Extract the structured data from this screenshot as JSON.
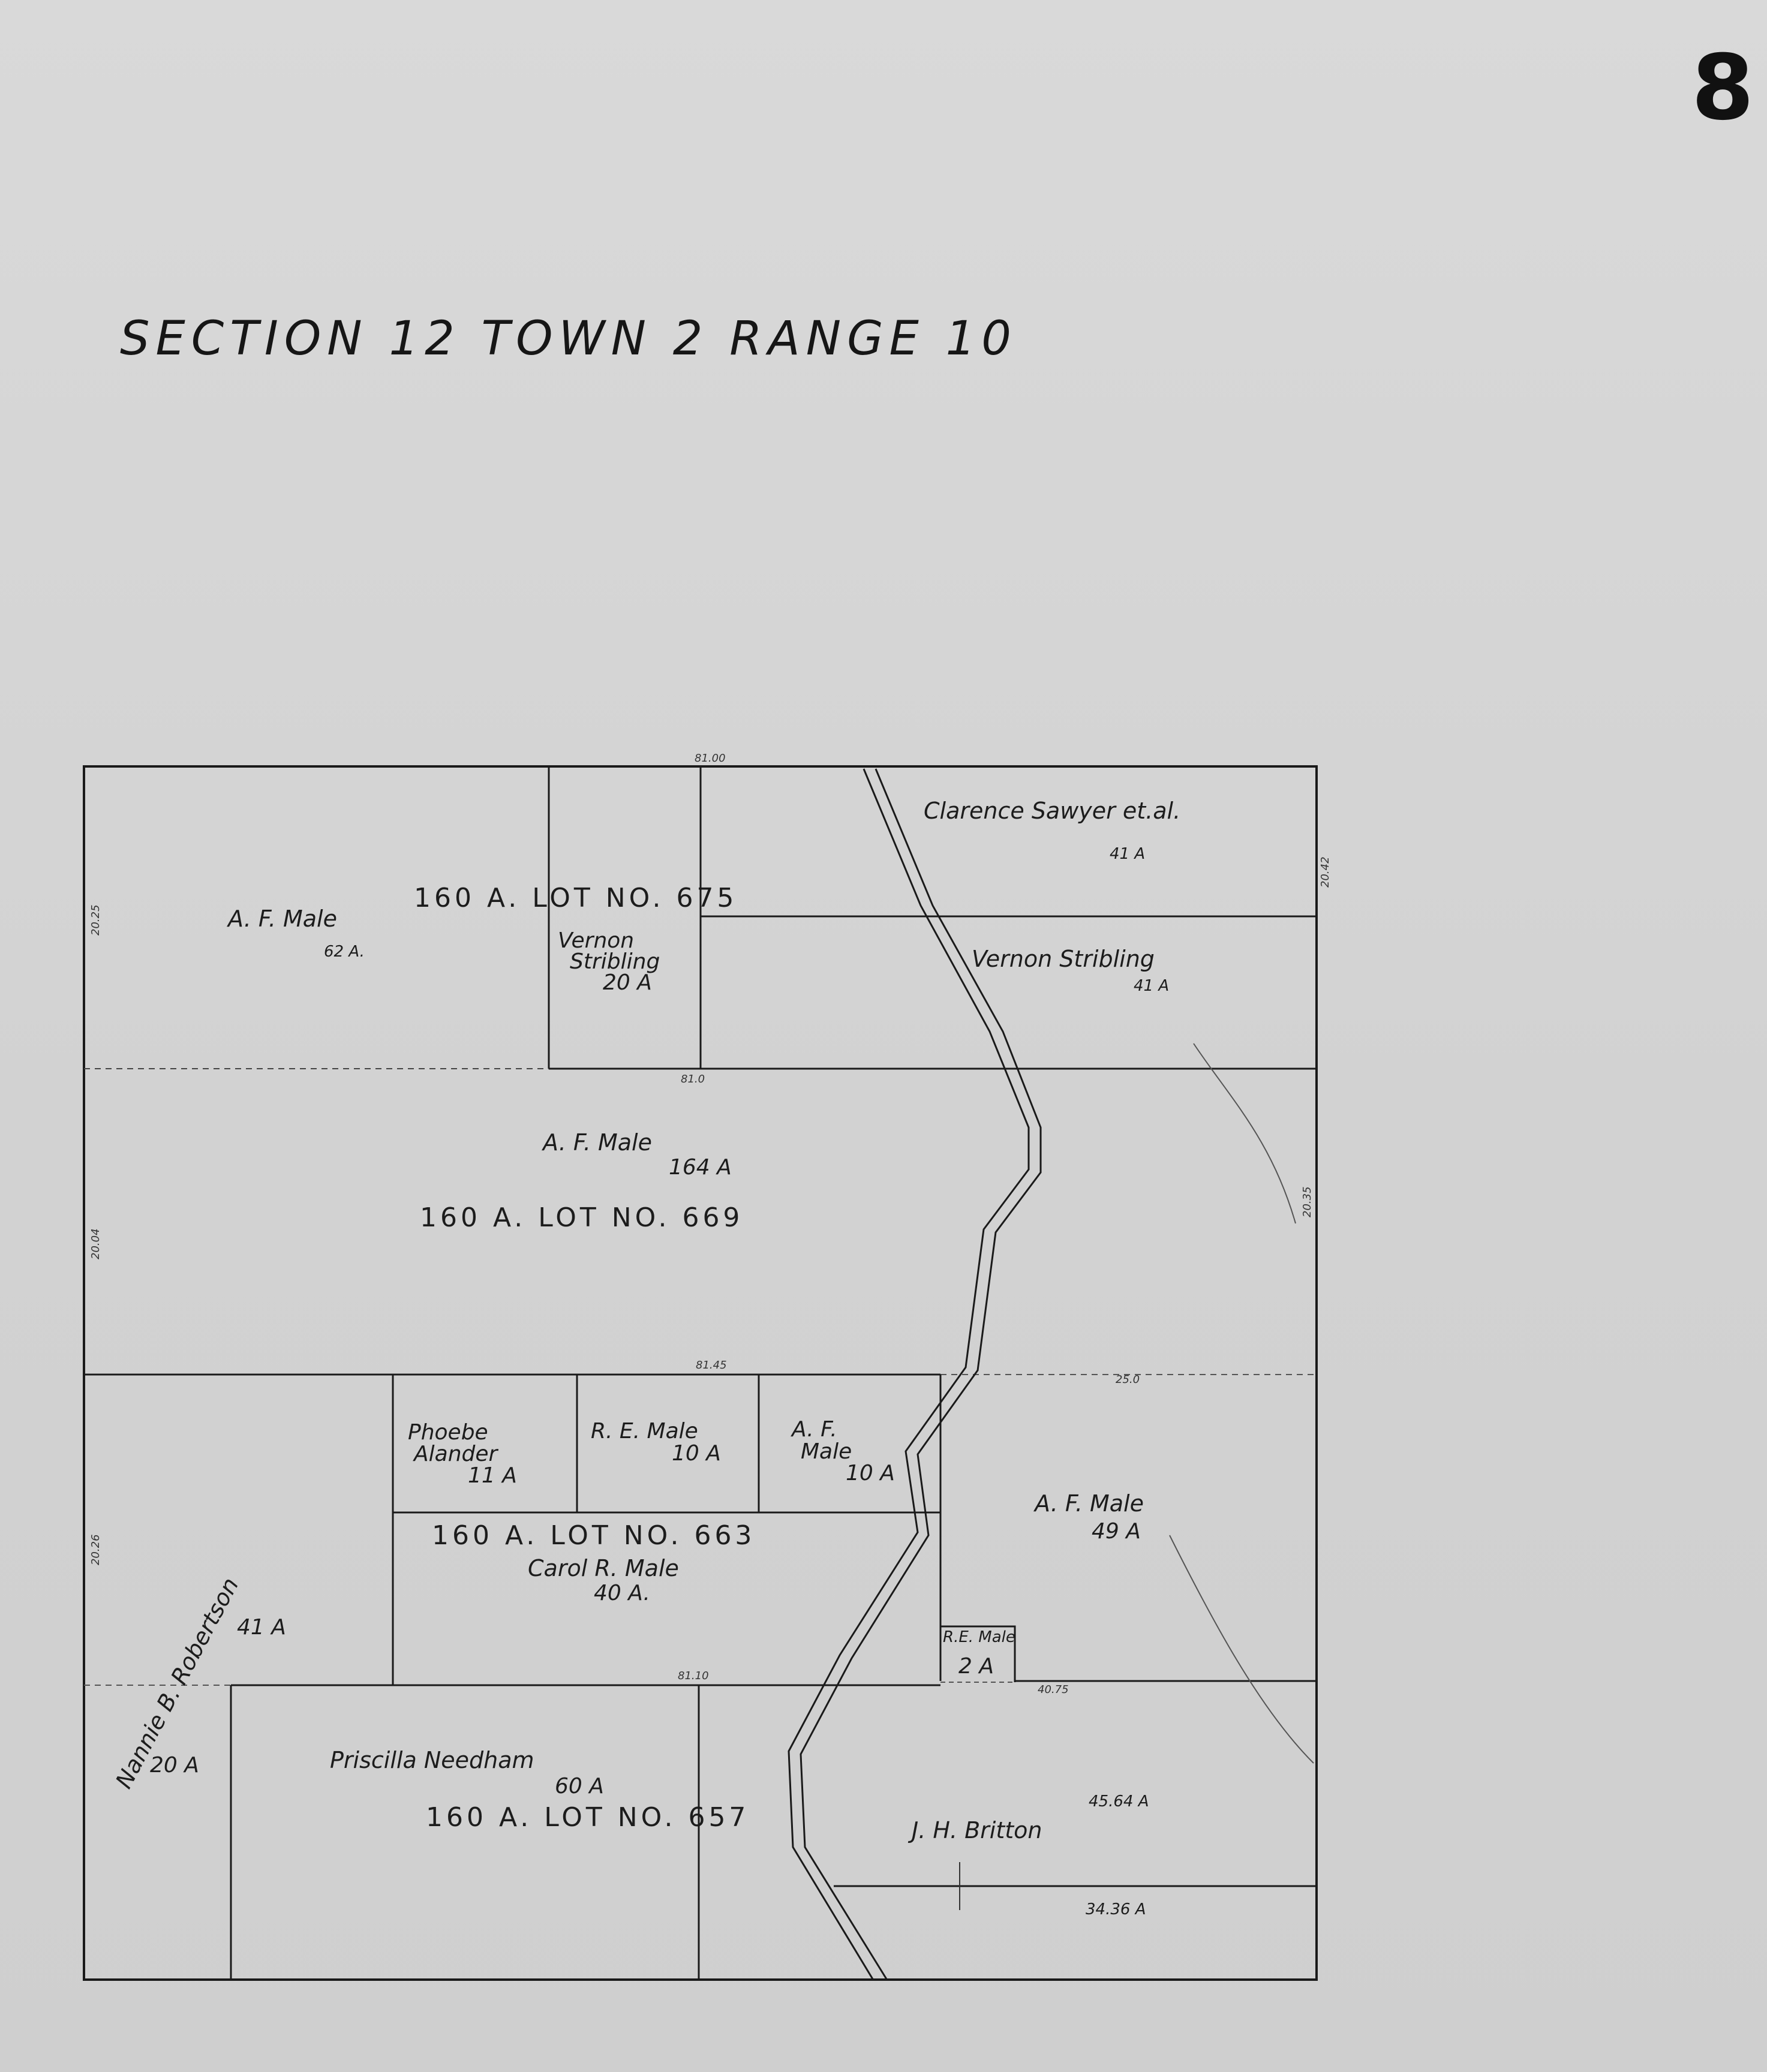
{
  "page_number": "8",
  "title": "SECTION 12  TOWN 2  RANGE 10",
  "lots": {
    "l675": "160 A. LOT NO. 675",
    "l669": "160 A. LOT NO. 669",
    "l663": "160 A. LOT NO. 663",
    "l657": "160 A. LOT NO. 657"
  },
  "parcels": {
    "af_male_62_name": "A. F. Male",
    "af_male_62_acres": "62 A.",
    "stribling_20_name1": "Vernon",
    "stribling_20_name2": "Stribling",
    "stribling_20_acres": "20 A",
    "sawyer_name": "Clarence Sawyer et.al.",
    "sawyer_acres": "41 A",
    "stribling_41_name": "Vernon Stribling",
    "stribling_41_acres": "41 A",
    "af_male_164_name": "A. F. Male",
    "af_male_164_acres": "164 A",
    "alander_name1": "Phoebe",
    "alander_name2": "Alander",
    "alander_acres": "11 A",
    "re_male_10_name": "R. E. Male",
    "re_male_10_acres": "10 A",
    "af_male_10_name1": "A. F.",
    "af_male_10_name2": "Male",
    "af_male_10_acres": "10 A",
    "af_male_49_name": "A. F. Male",
    "af_male_49_acres": "49 A",
    "carol_name": "Carol R. Male",
    "carol_acres": "40 A.",
    "robertson_name": "Nannie B. Robertson",
    "robertson_acres": "41 A",
    "robertson_20_acres": "20 A",
    "re_male_2_name": "R.E. Male",
    "re_male_2_acres": "2 A",
    "needham_name": "Priscilla  Needham",
    "needham_acres": "60 A",
    "britton_name": "J. H. Britton",
    "britton_acres_1": "45.64 A",
    "britton_acres_2": "34.36 A"
  },
  "measurements": {
    "m_top": "81.00",
    "m_right_top": "20.42",
    "m_left_top": "20.25",
    "m_mid1": "81.0",
    "m_left_mid": "20.04",
    "m_right_mid": "20.35",
    "m_mid2": "81.45",
    "m_right_low": "25.0",
    "m_left_low": "20.26",
    "m_bot": "81.10",
    "m_bot_right": "40.75"
  }
}
